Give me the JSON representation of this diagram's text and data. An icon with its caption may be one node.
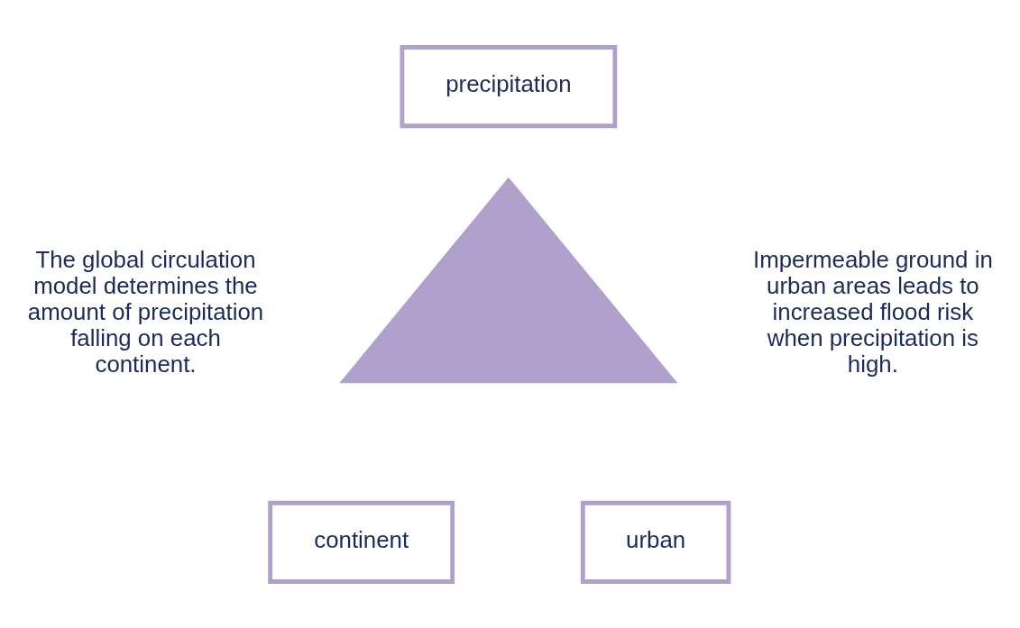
{
  "diagram": {
    "nodes": [
      {
        "text": [
          "precipitation"
        ]
      },
      {
        "text": [
          "continent"
        ]
      },
      {
        "text": [
          "urban"
        ]
      },
      {
        "text": [],
        "shape": "triangle"
      }
    ],
    "labels": [
      "The global circulation model determines the amount of precipitation falling on each continent.",
      "Impermeable ground in urban areas leads to increased flood risk when precipitation is high."
    ]
  }
}
